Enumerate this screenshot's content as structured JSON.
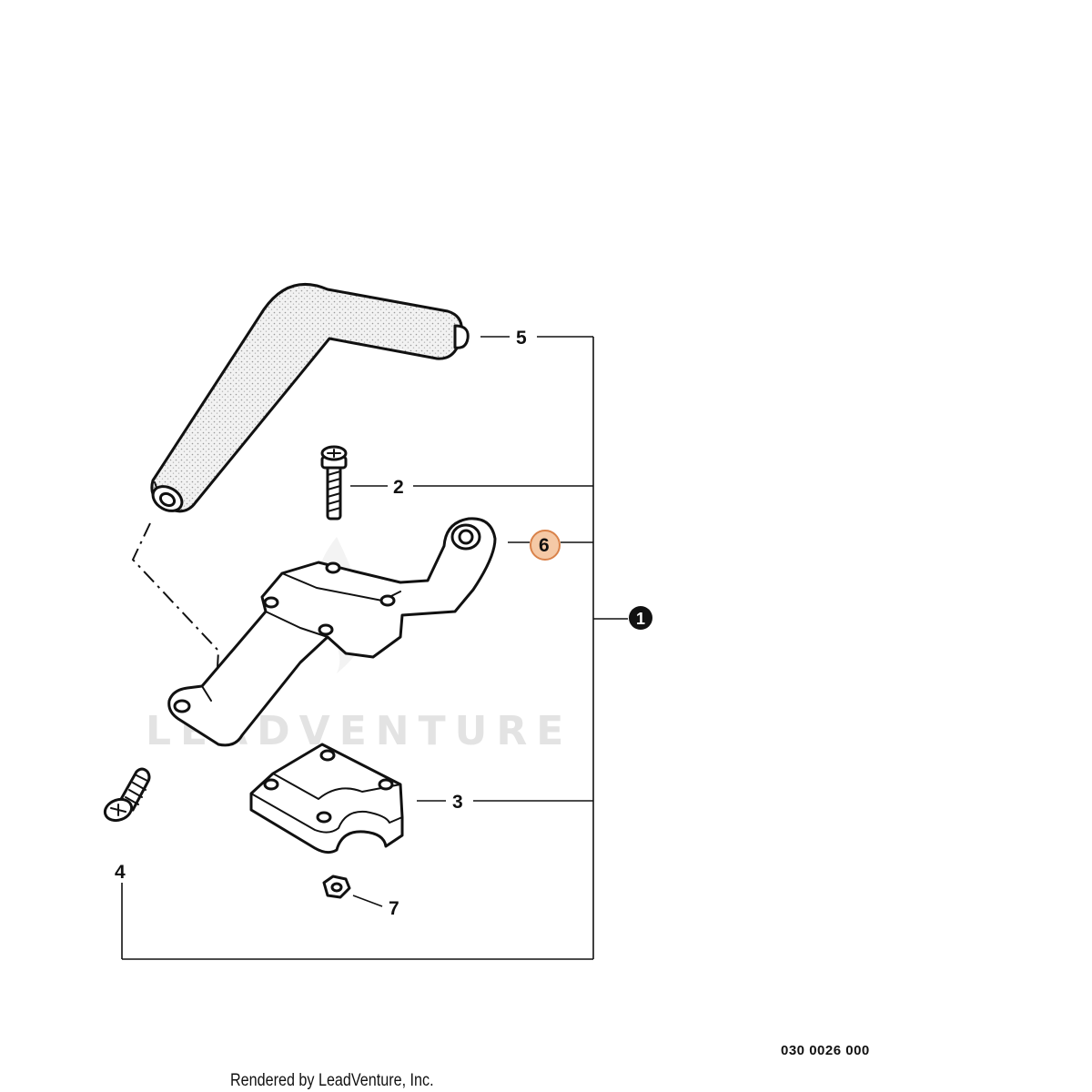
{
  "diagram": {
    "watermark": "LEADVENTURE",
    "assembly_callout": "1",
    "callouts": {
      "c2": "2",
      "c3": "3",
      "c4": "4",
      "c5": "5",
      "c6": "6",
      "c7": "7"
    },
    "highlight_color": "#f5c9a6",
    "highlight_stroke": "#d9824a",
    "diagram_code": "030 0026 000",
    "credit": "Rendered by LeadVenture, Inc."
  }
}
